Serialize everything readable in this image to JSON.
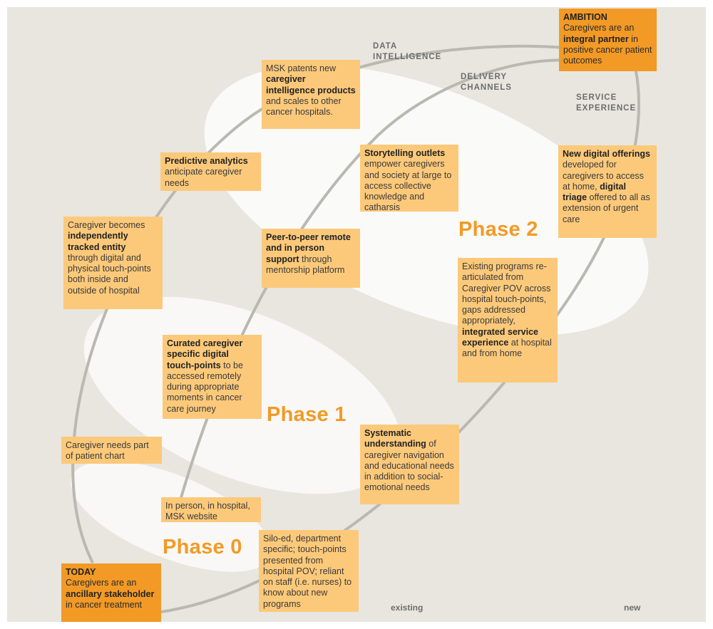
{
  "labels": {
    "data_intelligence": [
      "DATA",
      "INTELLIGENCE"
    ],
    "delivery_channels": [
      "DELIVERY",
      "CHANNELS"
    ],
    "service_experience": [
      "SERVICE",
      "EXPERIENCE"
    ]
  },
  "phases": {
    "p0": "Phase 0",
    "p1": "Phase 1",
    "p2": "Phase 2"
  },
  "footer": {
    "existing": "existing",
    "new": "new"
  },
  "boxes": {
    "ambition": {
      "heading": "AMBITION",
      "t1": "Caregivers are an ",
      "b1": "integral partner",
      "t2": " in positive cancer patient outcomes"
    },
    "today": {
      "heading": "TODAY",
      "t1": "Caregivers are an ",
      "b1": "ancillary stakeholder",
      "t2": " in cancer treatment"
    },
    "msk_patents": {
      "t1": "MSK patents new ",
      "b1": "caregiver intelligence products",
      "t2": " and scales to other cancer hospitals."
    },
    "predictive": {
      "b1": "Predictive analytics",
      "t1": " anticipate caregiver needs"
    },
    "storytelling": {
      "b1": "Storytelling outlets",
      "t1": " empower caregivers and society at large to access collective knowledge and catharsis"
    },
    "new_digital": {
      "b1": "New digital offerings",
      "t1": " developed for caregivers to access at home, ",
      "b2": "digital triage",
      "t2": " offered to all as extension of urgent care"
    },
    "independently": {
      "t1": "Caregiver becomes ",
      "b1": "independently tracked entity",
      "t2": " through digital and physical touch-points both inside and outside of hospital"
    },
    "peer": {
      "b1": "Peer-to-peer remote and in person support",
      "t1": " through mentorship platform"
    },
    "existing_programs": {
      "t1": "Existing programs re-articulated from Caregiver POV across hospital touch-points, gaps addressed appropriately, ",
      "b1": "integrated service experience",
      "t2": " at hospital and from home"
    },
    "curated": {
      "b1": "Curated caregiver specific digital touch-points",
      "t1": " to be accessed remotely during appropriate moments in cancer care journey"
    },
    "systematic": {
      "b1": "Systematic understanding",
      "t1": " of caregiver navigation and educational needs in addition to social-emotional needs"
    },
    "patient_chart": {
      "t1": "Caregiver needs part of patient chart"
    },
    "in_person": {
      "t1": "In person, in hospital, MSK website"
    },
    "siloed": {
      "t1": "Silo-ed, department specific; touch-points presented from hospital POV; reliant on staff  (i.e. nurses) to know about new programs"
    }
  }
}
